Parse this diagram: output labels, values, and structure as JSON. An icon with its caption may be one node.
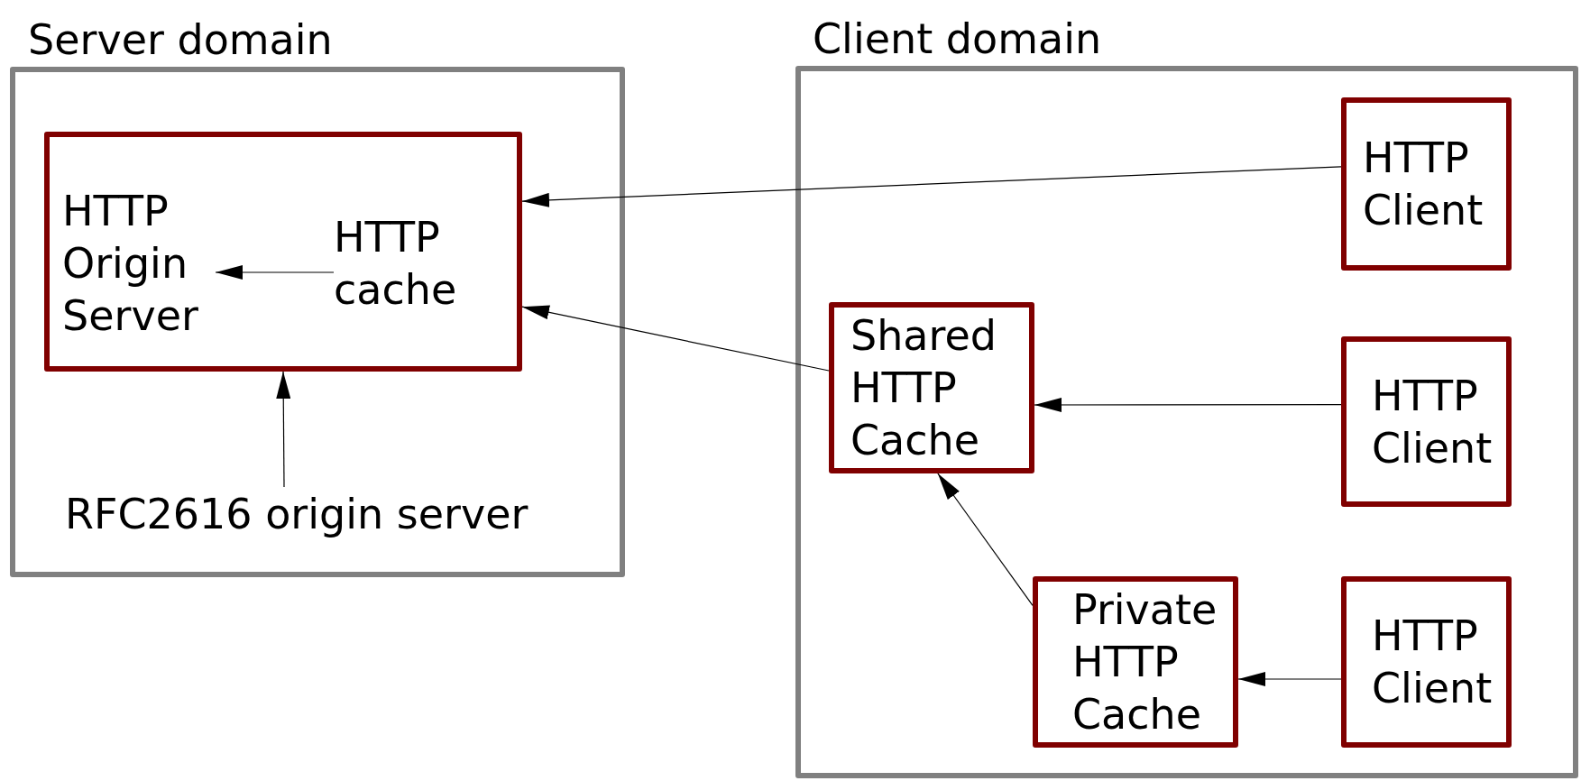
{
  "diagram": {
    "nodes": [
      {
        "text": [
          "Server domain"
        ]
      },
      {
        "text": [],
        "shape": "box",
        "in": 0
      },
      {
        "text": [
          "HTTP Origin Server"
        ],
        "in": 1
      },
      {
        "text": [
          "HTTP cache"
        ],
        "in": 1
      },
      {
        "text": [
          "RFC2616 origin server"
        ],
        "in": 0
      },
      {
        "text": [
          "Client domain"
        ]
      },
      {
        "text": [
          "HTTP Client"
        ],
        "in": 5
      },
      {
        "text": [
          "Shared HTTP Cache"
        ],
        "in": 5
      },
      {
        "text": [
          "HTTP Client"
        ],
        "in": 5
      },
      {
        "text": [
          "Private HTTP Cache"
        ],
        "in": 5
      },
      {
        "text": [
          "HTTP Client"
        ],
        "in": 5
      }
    ],
    "edges": [
      {
        "from": 3,
        "to": 2,
        "arrow": "to"
      },
      {
        "from": 4,
        "to": 1,
        "arrow": "to"
      },
      {
        "from": 6,
        "to": 1,
        "arrow": "to"
      },
      {
        "from": 7,
        "to": 1,
        "arrow": "to"
      },
      {
        "from": 8,
        "to": 7,
        "arrow": "to"
      },
      {
        "from": 10,
        "to": 9,
        "arrow": "to"
      },
      {
        "from": 9,
        "to": 7,
        "arrow": "to"
      }
    ]
  }
}
